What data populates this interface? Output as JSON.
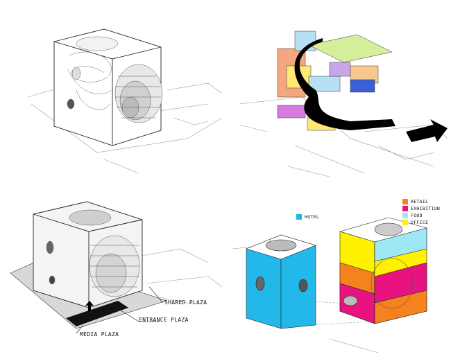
{
  "panels": {
    "bottom_left": {
      "labels": {
        "shared_plaza": "SHARED PLAZA",
        "entrance_plaza": "ENTRANCE PLAZA",
        "media_plaza": "MEDIA PLAZA"
      }
    },
    "bottom_right": {
      "hotel_label": "HOTEL",
      "legend": [
        {
          "label": "RETAIL",
          "color": "#f5821f"
        },
        {
          "label": "EXHIBITION",
          "color": "#e8137e"
        },
        {
          "label": "FOOD",
          "color": "#9ee7f5"
        },
        {
          "label": "OFFICE",
          "color": "#fff200"
        }
      ],
      "hotel_color": "#23b8ea"
    },
    "top_right": {
      "colors": [
        "#f4a77f",
        "#b7e0f5",
        "#c7a7e8",
        "#d4ee9c",
        "#f7c88e",
        "#3a5fd6",
        "#ffe873",
        "#d77be0"
      ]
    }
  }
}
